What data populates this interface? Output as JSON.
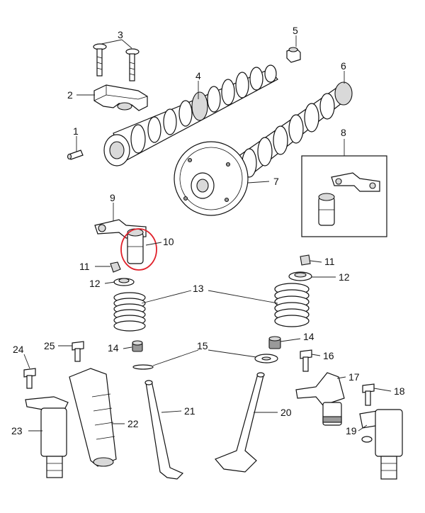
{
  "diagram": {
    "callouts": [
      {
        "id": "1",
        "label": "1"
      },
      {
        "id": "2",
        "label": "2"
      },
      {
        "id": "3",
        "label": "3"
      },
      {
        "id": "4",
        "label": "4"
      },
      {
        "id": "5",
        "label": "5"
      },
      {
        "id": "6",
        "label": "6"
      },
      {
        "id": "7",
        "label": "7"
      },
      {
        "id": "8",
        "label": "8"
      },
      {
        "id": "9",
        "label": "9"
      },
      {
        "id": "10",
        "label": "10"
      },
      {
        "id": "11a",
        "label": "11"
      },
      {
        "id": "11b",
        "label": "11"
      },
      {
        "id": "12a",
        "label": "12"
      },
      {
        "id": "12b",
        "label": "12"
      },
      {
        "id": "13",
        "label": "13"
      },
      {
        "id": "14a",
        "label": "14"
      },
      {
        "id": "14b",
        "label": "14"
      },
      {
        "id": "15",
        "label": "15"
      },
      {
        "id": "16",
        "label": "16"
      },
      {
        "id": "17",
        "label": "17"
      },
      {
        "id": "18",
        "label": "18"
      },
      {
        "id": "19",
        "label": "19"
      },
      {
        "id": "20",
        "label": "20"
      },
      {
        "id": "21",
        "label": "21"
      },
      {
        "id": "22",
        "label": "22"
      },
      {
        "id": "23",
        "label": "23"
      },
      {
        "id": "24",
        "label": "24"
      },
      {
        "id": "25",
        "label": "25"
      }
    ],
    "highlight": {
      "part": "10",
      "color": "#e0202a"
    },
    "line_color": "#111111"
  }
}
